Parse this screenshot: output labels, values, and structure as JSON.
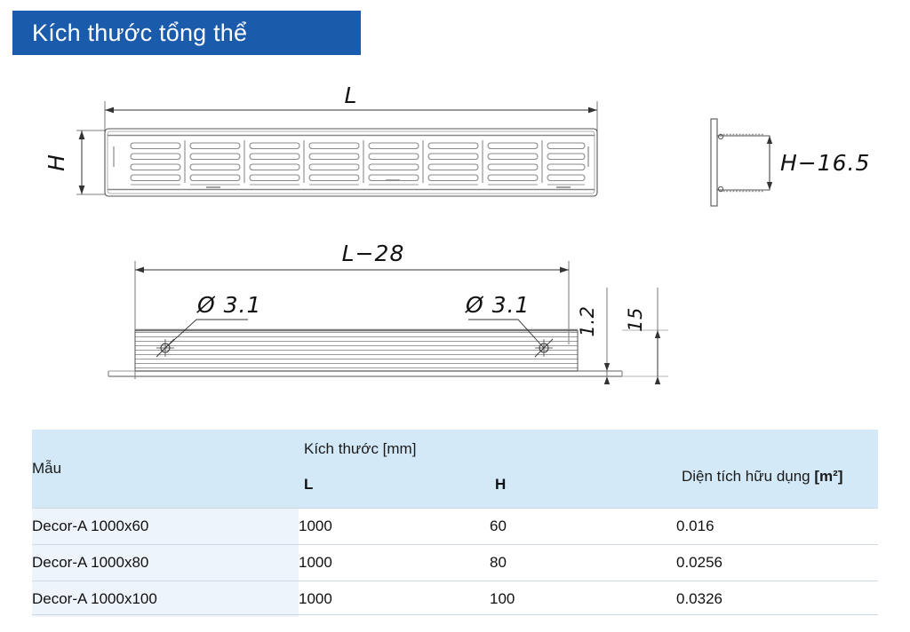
{
  "banner": {
    "title": "Kích thước tổng thể",
    "background_color": "#1a5bab",
    "text_color": "#ffffff"
  },
  "drawing": {
    "front_view": {
      "width_dimension_label": "L",
      "height_dimension_label": "H",
      "slot_groups": 8,
      "slot_rows_per_group": 4
    },
    "side_view": {
      "depth_dimension_label": "H−16.5"
    },
    "section_view": {
      "length_dimension_label": "L−28",
      "hole_label_left": "Ø 3.1",
      "hole_label_right": "Ø 3.1",
      "thickness_label": "1.2",
      "height_label": "15"
    }
  },
  "table": {
    "header": {
      "model": "Mẫu",
      "dimension_title": "Kích thước [mm]",
      "sub_l": "L",
      "sub_h": "H",
      "area_prefix": "Diện tích hữu dụng ",
      "area_unit": "[m²]"
    },
    "header_bg_color": "#d3e9f7",
    "row_model_bg_color": "#eef4fb",
    "rows": [
      {
        "model": "Decor-A 1000x60",
        "l": "1000",
        "h": "60",
        "area": "0.016"
      },
      {
        "model": "Decor-A 1000x80",
        "l": "1000",
        "h": "80",
        "area": "0.0256"
      },
      {
        "model": "Decor-A 1000x100",
        "l": "1000",
        "h": "100",
        "area": "0.0326"
      }
    ]
  }
}
